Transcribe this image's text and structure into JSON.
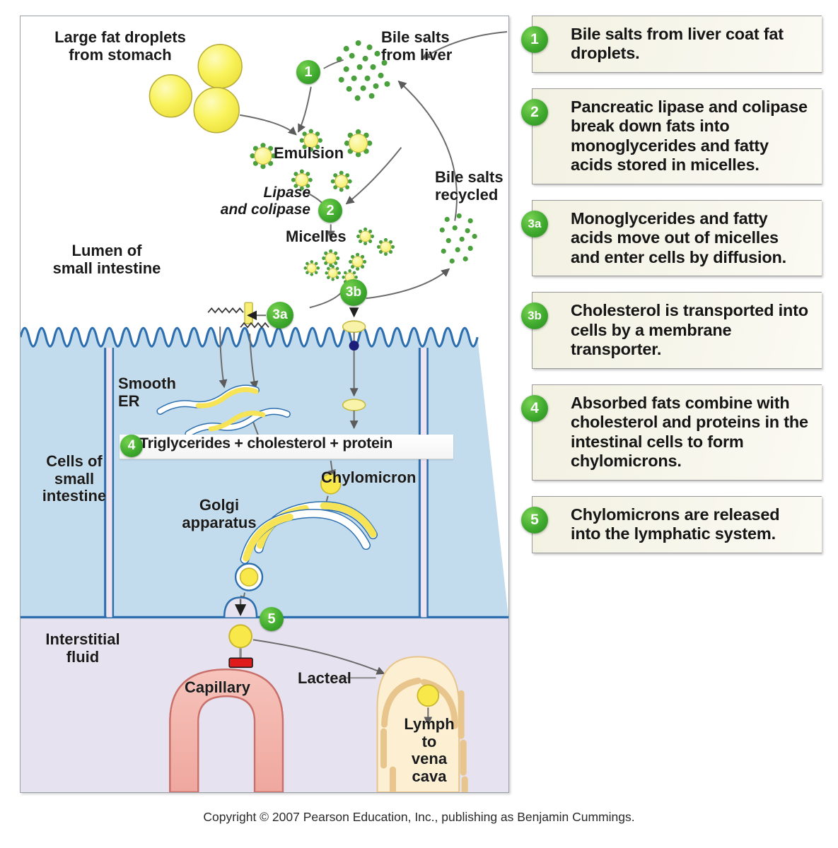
{
  "diagram": {
    "labels": {
      "large_fat_droplets": "Large fat droplets\nfrom stomach",
      "bile_salts_from_liver": "Bile salts\nfrom liver",
      "emulsion": "Emulsion",
      "lipase_and_colipase": "Lipase\nand colipase",
      "bile_salts_recycled": "Bile salts\nrecycled",
      "micelles": "Micelles",
      "lumen": "Lumen of\nsmall intestine",
      "smooth_er": "Smooth\nER",
      "triglycerides": "Triglycerides + cholesterol + protein",
      "chylomicron": "Chylomicron",
      "golgi": "Golgi\napparatus",
      "cells_of_small_intestine": "Cells of\nsmall\nintestine",
      "interstitial_fluid": "Interstitial\nfluid",
      "capillary": "Capillary",
      "lacteal": "Lacteal",
      "lymph": "Lymph\nto\nvena\ncava"
    },
    "badges": {
      "b1": "1",
      "b2": "2",
      "b3a": "3a",
      "b3b": "3b",
      "b4": "4",
      "b5": "5"
    }
  },
  "steps": [
    {
      "num": "1",
      "text": "Bile salts from liver coat fat droplets."
    },
    {
      "num": "2",
      "text": "Pancreatic lipase and colipase break down fats into monoglycerides and fatty acids stored in micelles."
    },
    {
      "num": "3a",
      "text": "Monoglycerides and fatty acids move out of micelles and enter cells by diffusion."
    },
    {
      "num": "3b",
      "text": "Cholesterol is transported into cells by a membrane transporter."
    },
    {
      "num": "4",
      "text": "Absorbed fats combine with cholesterol and proteins in the intestinal cells to form chylomicrons."
    },
    {
      "num": "5",
      "text": "Chylomicrons are released into the lymphatic system."
    }
  ],
  "footer": {
    "copyright": "Copyright © 2007 Pearson Education, Inc., publishing as Benjamin Cummings."
  },
  "colors": {
    "fat_droplet": "#f7f14f",
    "bile_salt_green": "#4aa03c",
    "step_green": "#3faa2e",
    "cell_cytoplasm": "#c2dced",
    "cell_border": "#2d6fae",
    "interstitial": "#e7e2ef",
    "capillary": "#f2b4ac",
    "capillary_border": "#c9706a",
    "lacteal_fill": "#fdf0d2",
    "lacteal_wall": "#f0cd92",
    "blocked_bar": "#e01b1b",
    "transporter_navy": "#1d1d7a",
    "panel_bg": "#f4f3e4"
  }
}
